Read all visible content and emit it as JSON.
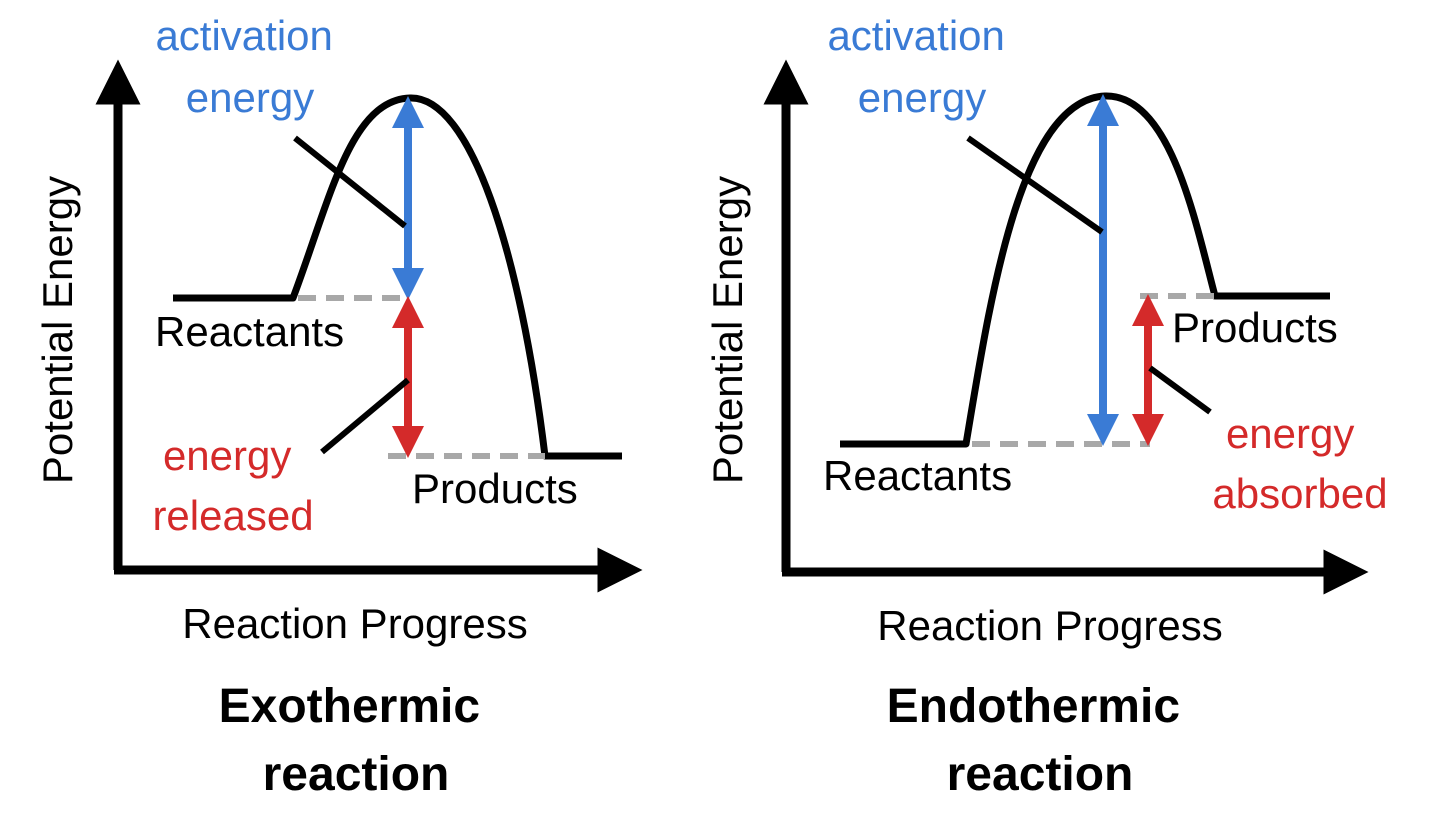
{
  "colors": {
    "curve": "#000000",
    "activation": "#3a7bd5",
    "energy_change": "#d42a2a",
    "dashed": "#a8a8a8",
    "background": "#ffffff"
  },
  "exothermic": {
    "activation_label": [
      "activation",
      "energy"
    ],
    "y_axis_label": "Potential Energy",
    "x_axis_label": "Reaction Progress",
    "reactants_label": "Reactants",
    "products_label": "Products",
    "energy_label": [
      "energy",
      "released"
    ],
    "title": [
      "Exothermic",
      "reaction"
    ]
  },
  "endothermic": {
    "activation_label": [
      "activation",
      "energy"
    ],
    "y_axis_label": "Potential Energy",
    "x_axis_label": "Reaction Progress",
    "reactants_label": "Reactants",
    "products_label": "Products",
    "energy_label": [
      "energy",
      "absorbed"
    ],
    "title": [
      "Endothermic",
      "reaction"
    ]
  }
}
